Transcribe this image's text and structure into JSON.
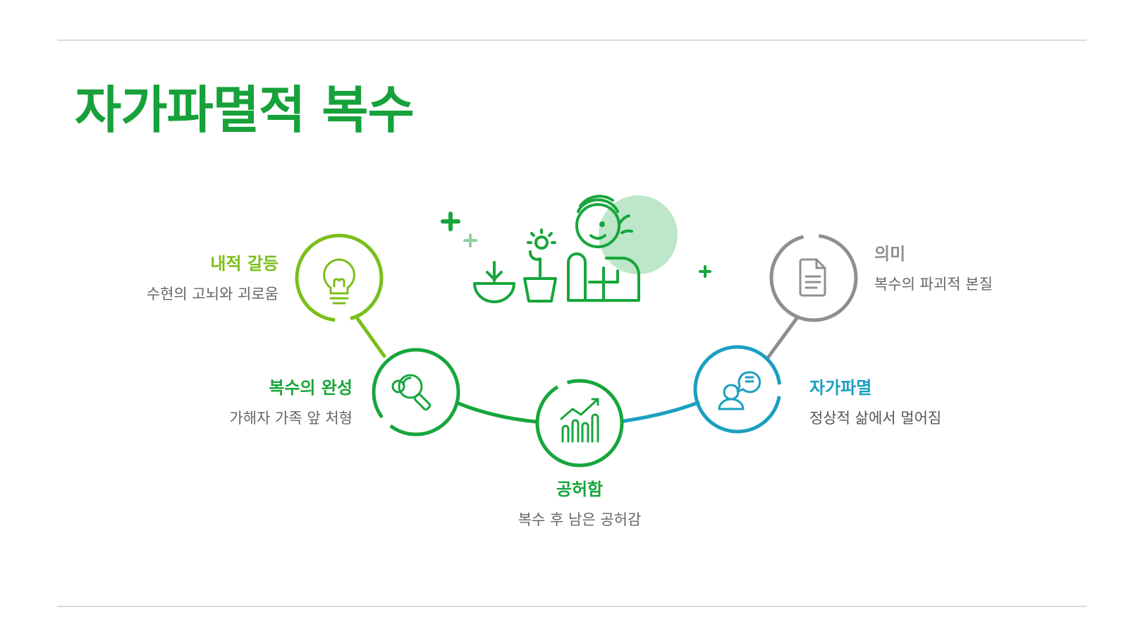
{
  "title": "자가파멸적 복수",
  "colors": {
    "title": "#17a13b",
    "lime": "#7bbf1a",
    "green": "#16a63c",
    "teal": "#1a9fc0",
    "gray": "#8f8f8f",
    "light_green": "#bde7c8"
  },
  "steps": [
    {
      "id": "inner-conflict",
      "title": "내적 갈등",
      "desc": "수현의 고뇌와 괴로움",
      "icon": "lightbulb-icon",
      "color": "#7bbf1a"
    },
    {
      "id": "revenge-complete",
      "title": "복수의 완성",
      "desc": "가해자 가족 앞 처형",
      "icon": "magnifier-icon",
      "color": "#16a63c"
    },
    {
      "id": "emptiness",
      "title": "공허함",
      "desc": "복수 후 남은 공허감",
      "icon": "bar-chart-icon",
      "color": "#16a63c"
    },
    {
      "id": "self-destruction",
      "title": "자가파멸",
      "desc": "정상적 삶에서 멀어짐",
      "icon": "person-chat-icon",
      "color": "#1a9fc0"
    },
    {
      "id": "meaning",
      "title": "의미",
      "desc": "복수의 파괴적 본질",
      "icon": "document-icon",
      "color": "#8f8f8f"
    }
  ],
  "illustration": {
    "icon": "person-thinking-with-plants-icon"
  }
}
